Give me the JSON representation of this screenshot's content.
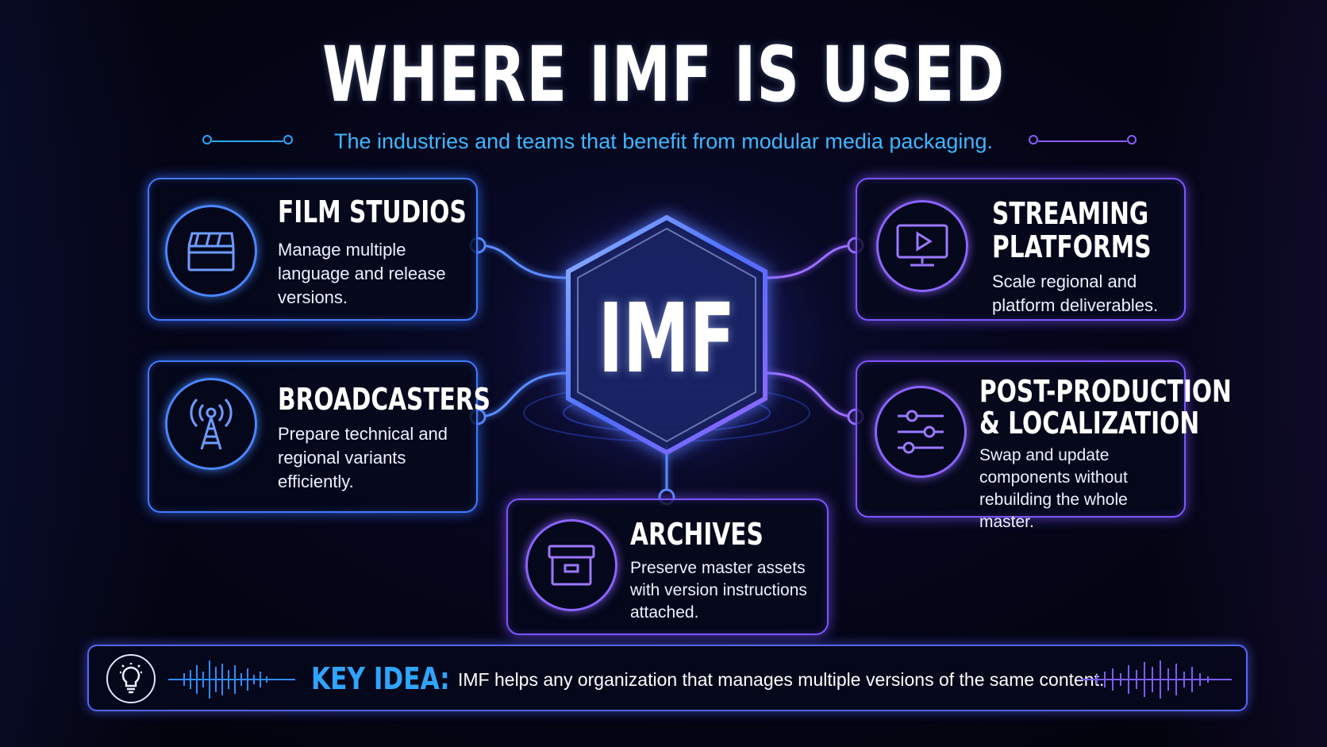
{
  "header": {
    "title": "WHERE IMF IS USED",
    "subtitle": "The industries and teams that benefit from modular media packaging."
  },
  "hub": {
    "label": "IMF"
  },
  "cards": [
    {
      "id": "film",
      "icon": "clapperboard-icon",
      "title": "FILM STUDIOS",
      "body": "Manage multiple language and release versions."
    },
    {
      "id": "broadcasters",
      "icon": "broadcast-tower-icon",
      "title": "BROADCASTERS",
      "body": "Prepare technical and regional variants efficiently."
    },
    {
      "id": "streaming",
      "icon": "play-monitor-icon",
      "title_line1": "STREAMING",
      "title_line2": "PLATFORMS",
      "body": "Scale regional and platform deliverables."
    },
    {
      "id": "post",
      "icon": "sliders-icon",
      "title_line1": "POST-PRODUCTION",
      "title_line2": "& LOCALIZATION",
      "body": "Swap and update components without rebuilding the whole master."
    },
    {
      "id": "archives",
      "icon": "archive-box-icon",
      "title": "ARCHIVES",
      "body": "Preserve master assets with version instructions attached."
    }
  ],
  "key_idea": {
    "label": "KEY IDEA:",
    "text": "IMF helps any organization that manages multiple versions of the same content.",
    "icon": "lightbulb-icon"
  },
  "colors": {
    "blue": "#3f7bff",
    "purple": "#7c55ff",
    "cyan": "#2fa4ff"
  }
}
